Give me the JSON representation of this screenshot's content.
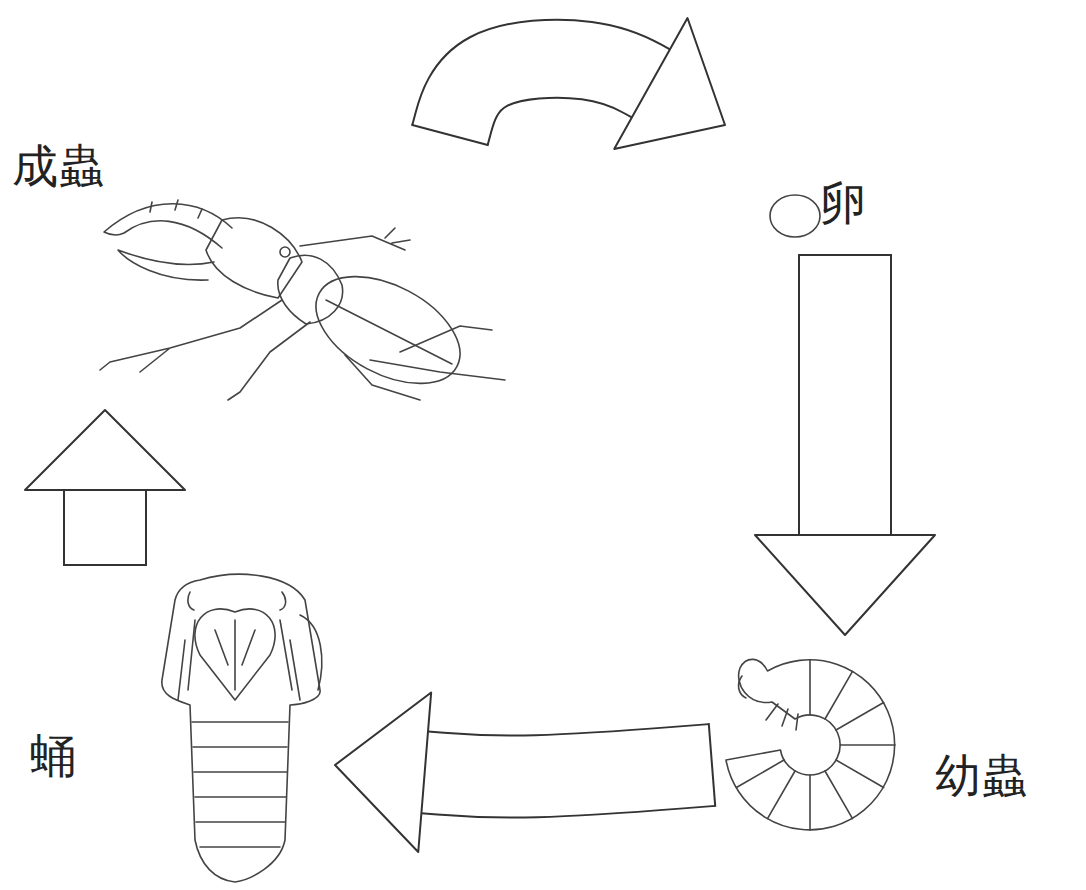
{
  "diagram": {
    "nodes": [
      {
        "text": [
          "成蟲"
        ]
      },
      {
        "text": [
          "卵"
        ]
      },
      {
        "text": [
          "幼蟲"
        ]
      },
      {
        "text": [
          "蛹"
        ]
      }
    ],
    "edges": [
      {
        "from": 0,
        "to": 1,
        "arrow": "to"
      },
      {
        "from": 1,
        "to": 2,
        "arrow": "to"
      },
      {
        "from": 2,
        "to": 3,
        "arrow": "to"
      },
      {
        "from": 3,
        "to": 0,
        "arrow": "to"
      }
    ]
  }
}
